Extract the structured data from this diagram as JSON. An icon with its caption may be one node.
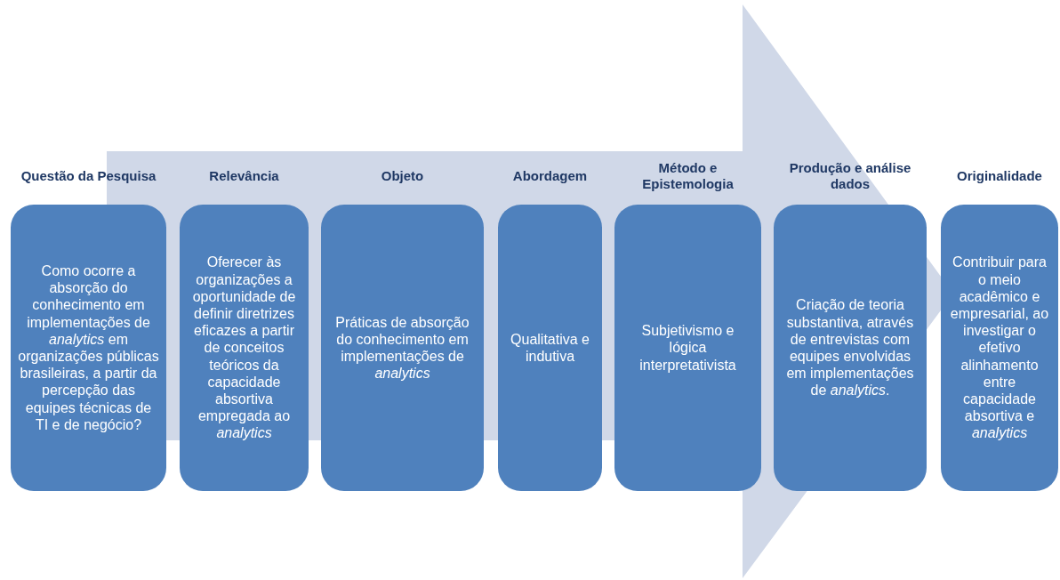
{
  "diagram": {
    "nodes": [
      {
        "text": [
          "Questão da Pesquisa",
          "Como ocorre a absorção do conhecimento em implementações de *analytics* em organizações públicas brasileiras, a partir da percepção das equipes técnicas de TI e de negócio?"
        ]
      },
      {
        "text": [
          "Relevância",
          "Oferecer às organizações a oportunidade de definir diretrizes eficazes a partir de conceitos teóricos da capacidade absortiva empregada ao *analytics*"
        ]
      },
      {
        "text": [
          "Objeto",
          "Práticas de absorção do conhecimento em implementações de *analytics*"
        ]
      },
      {
        "text": [
          "Abordagem",
          "Qualitativa e indutiva"
        ]
      },
      {
        "text": [
          "Método e Epistemologia",
          "Subjetivismo e lógica interpretativista"
        ]
      },
      {
        "text": [
          "Produção e análise dados",
          "Criação de teoria substantiva, através de entrevistas com equipes envolvidas em implementações de *analytics*."
        ]
      },
      {
        "text": [
          "Originalidade",
          "Contribuir para o meio acadêmico e empresarial, ao investigar o efetivo alinhamento entre capacidade absortiva e *analytics*"
        ]
      }
    ],
    "edges": [
      {
        "from": 0,
        "to": 6,
        "arrow": "to"
      }
    ]
  }
}
